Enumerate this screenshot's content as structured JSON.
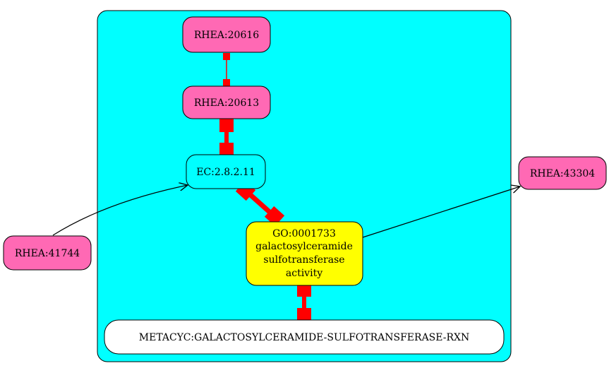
{
  "colors": {
    "cluster_fill": "#00ffff",
    "rhea_fill": "#ff69b4",
    "go_fill": "#ffff00",
    "white_fill": "#ffffff",
    "edge_red": "#ff0000",
    "edge_black": "#000000"
  },
  "nodes": {
    "rhea_20616": "RHEA:20616",
    "rhea_20613": "RHEA:20613",
    "ec": "EC:2.8.2.11",
    "rhea_43304": "RHEA:43304",
    "rhea_41744": "RHEA:41744",
    "go": {
      "line1": "GO:0001733",
      "line2": "galactosylceramide",
      "line3": "sulfotransferase",
      "line4": "activity"
    },
    "metacyc": "METACYC:GALACTOSYLCERAMIDE-SULFOTRANSFERASE-RXN"
  }
}
